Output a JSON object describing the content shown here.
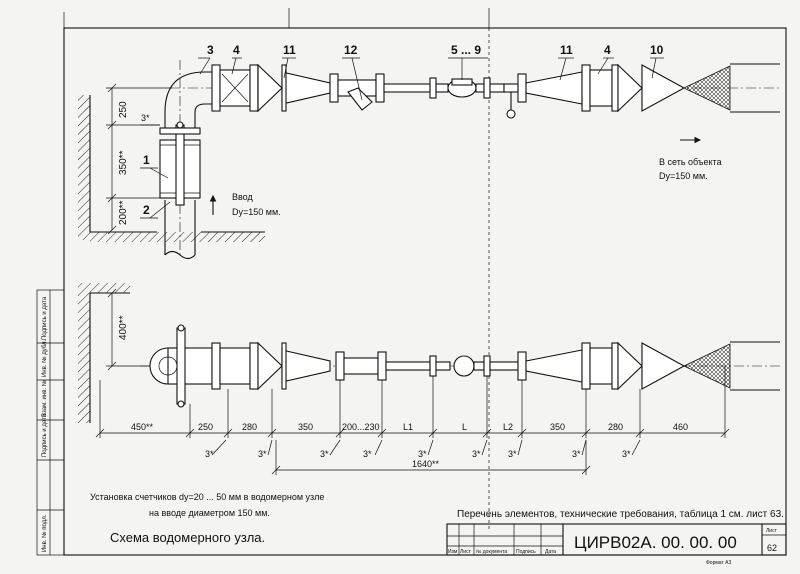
{
  "callouts_top": [
    "3",
    "4",
    "11",
    "12",
    "5 ... 9",
    "11",
    "4",
    "10",
    "1",
    "2"
  ],
  "dims_top": [
    "250",
    "350**",
    "200**"
  ],
  "dim_top_angle": "3*",
  "inlet": {
    "title": "Ввод",
    "dia": "Dy=150 мм."
  },
  "outlet": {
    "title": "В сеть объекта",
    "dia": "Dy=150 мм."
  },
  "dim_bottom_vertical": "400**",
  "dims_bottom": [
    "450**",
    "250",
    "280",
    "350",
    "200...230",
    "L1",
    "L",
    "L2",
    "350",
    "280",
    "460"
  ],
  "dim_bottom_angle": "3*",
  "dim_total": "1640**",
  "note_left": [
    "Установка счетчиков dy=20 ... 50 мм в водомерном узле",
    "на вводе диаметром 150 мм."
  ],
  "note_right": "Перечень элементов, технические требования, таблица 1 см. лист 63.",
  "caption": "Схема водомерного узла.",
  "side_labels": [
    "Подпись и дата",
    "Инв. № дубл.",
    "Взам. инв. №",
    "Подпись и дата",
    "Инв. № подл."
  ],
  "stamp": {
    "headers": [
      "Изм",
      "Лист",
      "№ документа",
      "Подпись",
      "Дата"
    ],
    "code": "ЦИРВ02А. 00. 00. 00",
    "sheet_label": "Лист",
    "sheet_no": "62",
    "format": "Формат А3"
  }
}
